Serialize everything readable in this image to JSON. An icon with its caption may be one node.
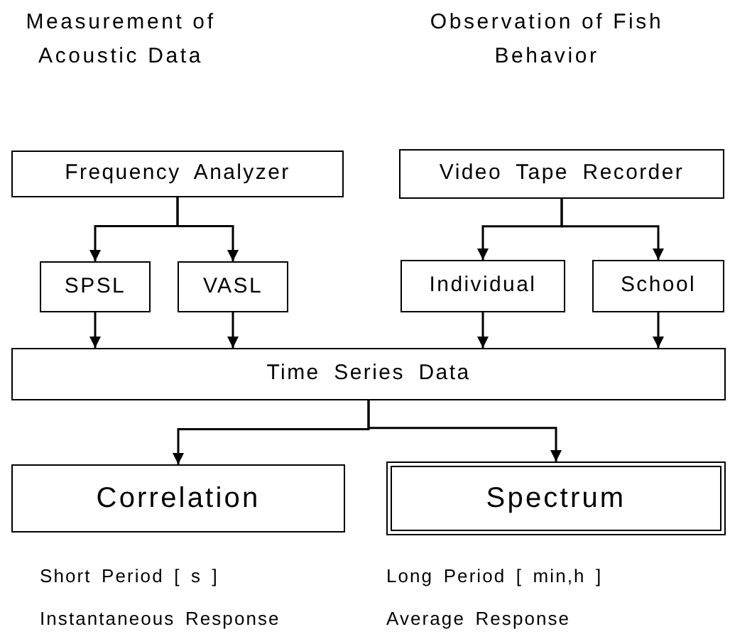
{
  "diagram": {
    "nodes": [
      {
        "text": [
          "Frequency Analyzer"
        ]
      },
      {
        "text": [
          "Video Tape Recorder"
        ]
      },
      {
        "text": [
          "SPSL"
        ]
      },
      {
        "text": [
          "VASL"
        ]
      },
      {
        "text": [
          "Individual"
        ]
      },
      {
        "text": [
          "School"
        ]
      },
      {
        "text": [
          "Time Series Data"
        ]
      },
      {
        "text": [
          "Correlation"
        ],
        "beside": [
          "Short Period [ s ]",
          "Instantaneous Response"
        ]
      },
      {
        "text": [
          "Spectrum"
        ],
        "beside": [
          "Long Period [ min,h ]",
          "Average Response"
        ]
      }
    ],
    "edges": [
      {
        "from": 0,
        "to": 2,
        "arrow": "to"
      },
      {
        "from": 0,
        "to": 3,
        "arrow": "to"
      },
      {
        "from": 1,
        "to": 4,
        "arrow": "to"
      },
      {
        "from": 1,
        "to": 5,
        "arrow": "to"
      },
      {
        "from": 2,
        "to": 6,
        "arrow": "to"
      },
      {
        "from": 3,
        "to": 6,
        "arrow": "to"
      },
      {
        "from": 4,
        "to": 6,
        "arrow": "to"
      },
      {
        "from": 5,
        "to": 6,
        "arrow": "to"
      },
      {
        "from": 6,
        "to": 7,
        "arrow": "to"
      },
      {
        "from": 6,
        "to": 8,
        "arrow": "to"
      }
    ],
    "labels": [
      "Measurement of Acoustic Data",
      "Observation of Fish Behavior"
    ]
  }
}
